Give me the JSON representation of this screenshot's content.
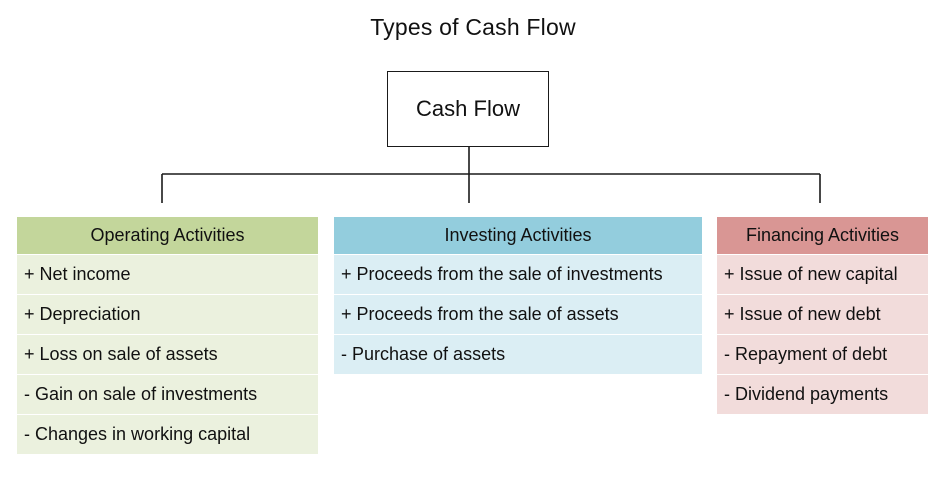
{
  "title": "Types of Cash Flow",
  "root": {
    "label": "Cash Flow"
  },
  "categories": [
    {
      "header": "Operating Activities",
      "header_color": "#c3d69b",
      "row_color": "#ebf1de",
      "items": [
        "+ Net income",
        "+ Depreciation",
        "+ Loss on sale of assets",
        "- Gain on sale of investments",
        "- Changes in working capital"
      ]
    },
    {
      "header": "Investing Activities",
      "header_color": "#93cddd",
      "row_color": "#dbeef4",
      "items": [
        "+ Proceeds from the sale of investments",
        "+ Proceeds from the sale of assets",
        "- Purchase of assets"
      ]
    },
    {
      "header": "Financing Activities",
      "header_color": "#d99694",
      "row_color": "#f2dcdb",
      "items": [
        "+ Issue of new capital",
        "+ Issue of new debt",
        "- Repayment of debt",
        "- Dividend payments"
      ]
    }
  ],
  "line_color": "#1a1a1a"
}
